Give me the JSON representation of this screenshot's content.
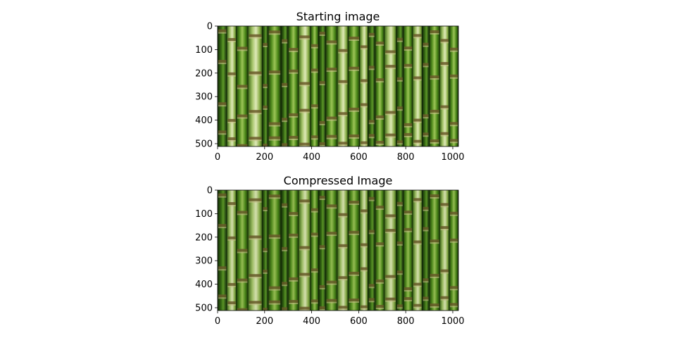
{
  "chart_data": [
    {
      "type": "image",
      "title": "Starting image",
      "xlim": [
        0,
        1024
      ],
      "ylim": [
        512,
        0
      ],
      "xticks": [
        0,
        200,
        400,
        600,
        800,
        1000
      ],
      "yticks": [
        0,
        100,
        200,
        300,
        400,
        500
      ],
      "grid": false,
      "content": "close-up photo of green bamboo stalks"
    },
    {
      "type": "image",
      "title": "Compressed Image",
      "xlim": [
        0,
        1024
      ],
      "ylim": [
        512,
        0
      ],
      "xticks": [
        0,
        200,
        400,
        600,
        800,
        1000
      ],
      "yticks": [
        0,
        100,
        200,
        300,
        400,
        500
      ],
      "grid": false,
      "content": "compressed version of the same bamboo photo"
    }
  ]
}
